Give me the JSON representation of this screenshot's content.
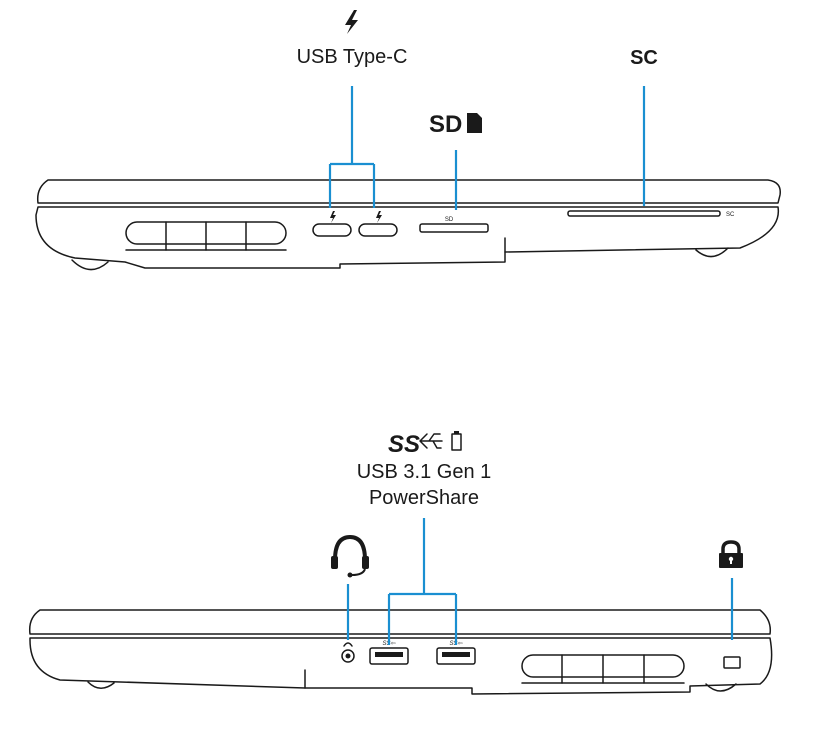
{
  "accent_color": "#1a8fd1",
  "outline_color": "#1a1a1a",
  "top_view": {
    "usb_c_label": "USB Type-C",
    "usb_c_icon": "thunderbolt-icon",
    "sd_label": "SD",
    "sd_icon": "sd-card-icon",
    "sd_port_print": "SD",
    "smartcard_label": "SC",
    "smartcard_slot_print": "SC"
  },
  "bottom_view": {
    "usb_label_line1": "USB 3.1 Gen 1",
    "usb_label_line2": "PowerShare",
    "usb_logo_text": "SS",
    "usb_icons": [
      "superspeed-usb-icon",
      "battery-icon"
    ],
    "usb_port_print": "SS⇦",
    "headset_icon": "headset-icon",
    "lock_icon": "lock-icon"
  }
}
